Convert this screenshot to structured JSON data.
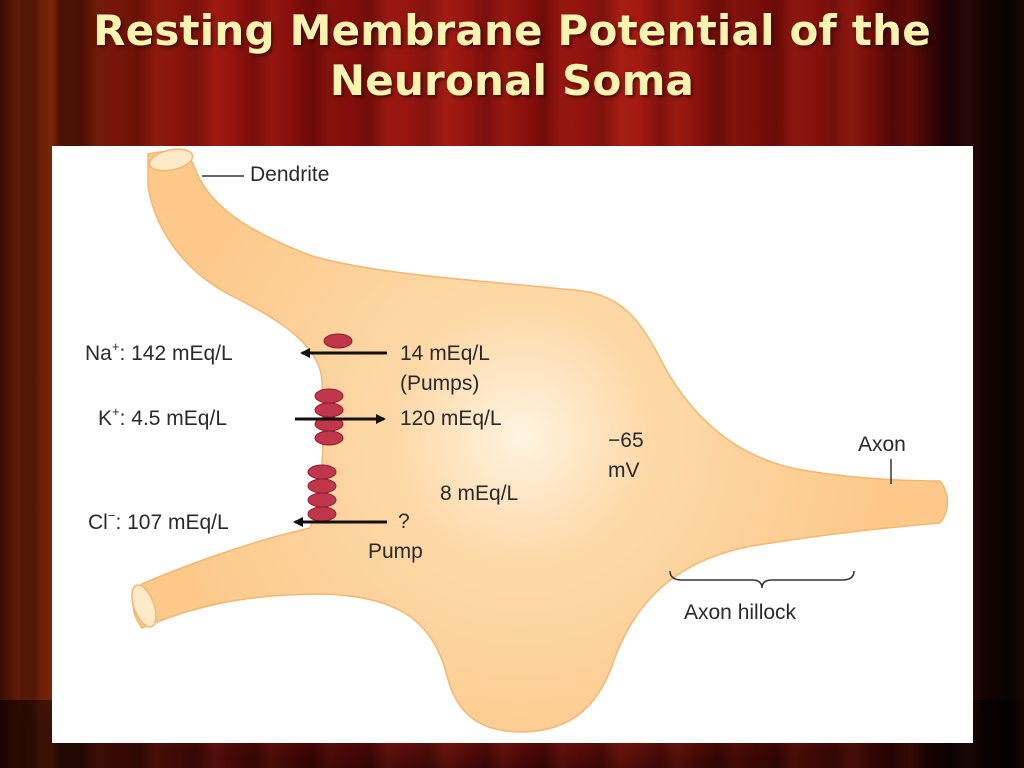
{
  "slide": {
    "title_line1": "Resting Membrane Potential of the",
    "title_line2": "Neuronal Soma"
  },
  "diagram": {
    "labels": {
      "dendrite": "Dendrite",
      "axon": "Axon",
      "axon_hillock": "Axon hillock",
      "membrane_potential_value": "−65",
      "membrane_potential_unit": "mV"
    },
    "ions": {
      "sodium": {
        "symbol": "Na",
        "charge": "+",
        "outside": ": 142 mEq/L",
        "inside": "14 mEq/L",
        "note": "(Pumps)"
      },
      "potassium": {
        "symbol": "K",
        "charge": "+",
        "outside": ": 4.5 mEq/L",
        "inside": "120 mEq/L"
      },
      "chloride": {
        "symbol": "Cl",
        "charge": "−",
        "outside": ": 107 mEq/L",
        "inside": "8 mEq/L",
        "transport": "?",
        "note": "Pump"
      }
    },
    "colors": {
      "cell_fill": "#fcc98a",
      "cell_highlight": "#fff3e0",
      "cell_outline": "#f3b774",
      "channel_fill": "#c0364a",
      "arrow": "#111111",
      "title_text": "#fbf3b0",
      "curtain": "#8e140e"
    }
  }
}
